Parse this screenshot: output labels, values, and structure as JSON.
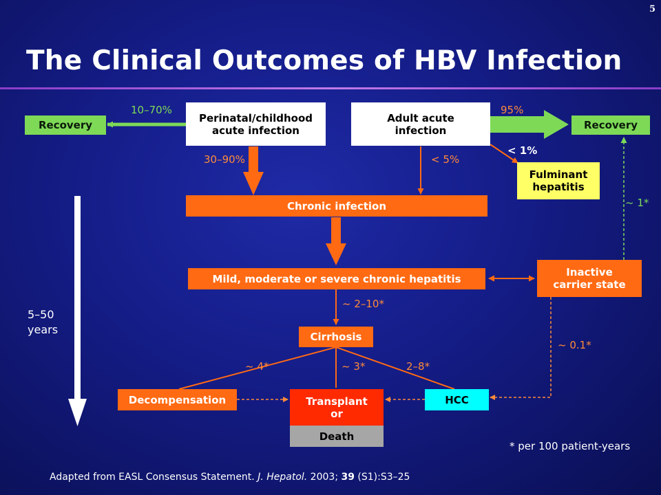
{
  "page_number": "5",
  "title": "The Clinical Outcomes of HBV Infection",
  "nodes": {
    "recovery_left": "Recovery",
    "perinatal": "Perinatal/childhood acute infection",
    "adult": "Adult acute infection",
    "recovery_right": "Recovery",
    "fulminant": "Fulminant hepatitis",
    "chronic_infection": "Chronic infection",
    "chronic_hepatitis": "Mild, moderate or severe chronic hepatitis",
    "inactive_carrier": "Inactive carrier state",
    "cirrhosis": "Cirrhosis",
    "decompensation": "Decompensation",
    "transplant": "Transplant or",
    "death": "Death",
    "hcc": "HCC"
  },
  "labels": {
    "perinatal_recovery": "10–70%",
    "perinatal_chronic": "30–90%",
    "adult_recovery": "95%",
    "adult_chronic": "< 5%",
    "adult_fulminant": "< 1%",
    "carrier_recovery": "~ 1*",
    "hepatitis_cirrhosis": "~ 2–10*",
    "carrier_hcc": "~ 0.1*",
    "cirrhosis_decomp": "~ 4*",
    "cirrhosis_transplant": "~ 3*",
    "cirrhosis_hcc": "2–8*"
  },
  "timeline_label": "5–50\nyears",
  "footnote": "* per 100 patient-years",
  "citation": {
    "prefix": "Adapted from EASL Consensus Statement. ",
    "journal": "J. Hepatol.",
    "year": " 2003; ",
    "volume": "39",
    "pages": " (S1):S3–25"
  },
  "colors": {
    "recovery": "#7ed957",
    "chronic": "#ff6a13",
    "fulminant": "#ffff66",
    "hcc": "#00ffff",
    "transplant": "#ff2a00",
    "death": "#a6a6a6"
  }
}
